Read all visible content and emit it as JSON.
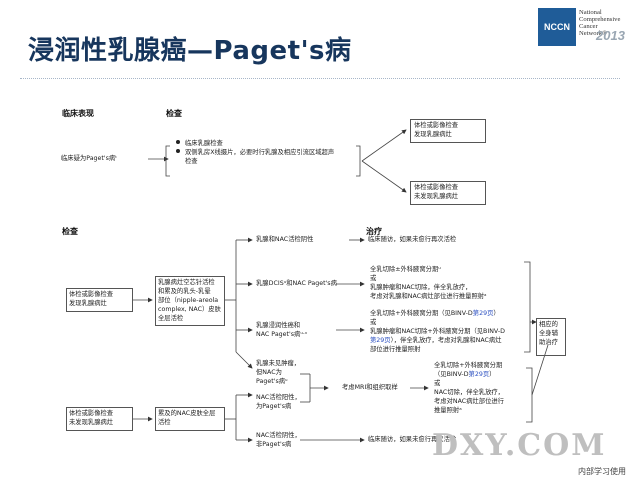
{
  "slide": {
    "title": "浸润性乳腺癌—Paget's病",
    "logo": {
      "mark": "NCCN",
      "lines": [
        "National",
        "Comprehensive",
        "Cancer",
        "Network®"
      ],
      "year": "2013"
    },
    "top_section": {
      "col_presentation": "临床表现",
      "col_workup": "检查",
      "presentation": "临床疑为Paget's病ᵗ",
      "workup_items": [
        "临床乳腺检查",
        "双侧乳房X线摄片，必要时行乳腺及相应引流区域超声",
        "检查"
      ],
      "outcomes": [
        [
          "体检或影像检查",
          "发现乳腺病灶"
        ],
        [
          "体检或影像检查",
          "未发现乳腺病灶"
        ]
      ]
    },
    "bottom_section": {
      "col_workup": "检查",
      "col_treatment": "治疗",
      "entry_a": [
        "体检或影像检查",
        "发现乳腺病灶"
      ],
      "entry_b": [
        "体检或影像检查",
        "未发现乳腺病灶"
      ],
      "biopsy_a": [
        "乳腺病灶空芯针活检",
        "和累及的乳头-乳晕",
        "部位（nipple-areola",
        "complex, NAC）皮肤",
        "全层活检"
      ],
      "biopsy_b": [
        "累及的NAC皮肤全层",
        "活检"
      ],
      "result_neg": "乳腺和NAC活检阴性",
      "result_dcis": "乳腺DCISᵘ和NAC Paget's病",
      "result_invasive": [
        "乳腺浸润性癌和",
        "NAC Paget's病ᵘ·ᵛ"
      ],
      "result_no_mass": [
        "乳腺未见肿瘤，",
        "但NAC为",
        "Paget's病ᵘ"
      ],
      "result_nac_pos": [
        "NAC活检阳性，",
        "为Paget's病"
      ],
      "result_nac_neg": [
        "NAC活检阴性，",
        "非Paget's病"
      ],
      "tx_neg": "临床随访，如果未愈行再次活检",
      "tx_dcis": [
        "全乳切除±外科腋窝分期ᵘ",
        "或",
        "乳腺肿瘤和NAC切除，伴全乳放疗，",
        "考虑对乳腺和NAC病灶部位进行推量照射ᵃ"
      ],
      "tx_inv_1": "全乳切除+外科腋窝分期（见BINV-D",
      "tx_inv_1_link": "第29页",
      "tx_inv_1_end": "）",
      "tx_inv_or": "或",
      "tx_inv_2": "乳腺肿瘤和NAC切除+外科腋窝分期（见BINV-D",
      "tx_inv_2_link": "第29页",
      "tx_inv_2_end": "），伴全乳放疗，考虑对乳腺和NAC病灶",
      "tx_inv_3": "部位进行推量照射",
      "tx_systemic": [
        "相应的",
        "全身辅",
        "助治疗"
      ],
      "mri_step": "考虑MRI和组织取样",
      "tx_nac_1": "全乳切除+外科腋窝分期",
      "tx_nac_1b": "（见BINV-D",
      "tx_nac_1b_link": "第29页",
      "tx_nac_1b_end": "）",
      "tx_nac_or": "或",
      "tx_nac_2": [
        "NAC切除，伴全乳放疗，",
        "考虑对NAC病灶部位进行",
        "推量照射ᵃ"
      ],
      "tx_nac_neg": "临床随访，如果未愈行再次活检"
    },
    "watermark": {
      "text": "DXY.COM",
      "note": "内部学习使用"
    }
  }
}
